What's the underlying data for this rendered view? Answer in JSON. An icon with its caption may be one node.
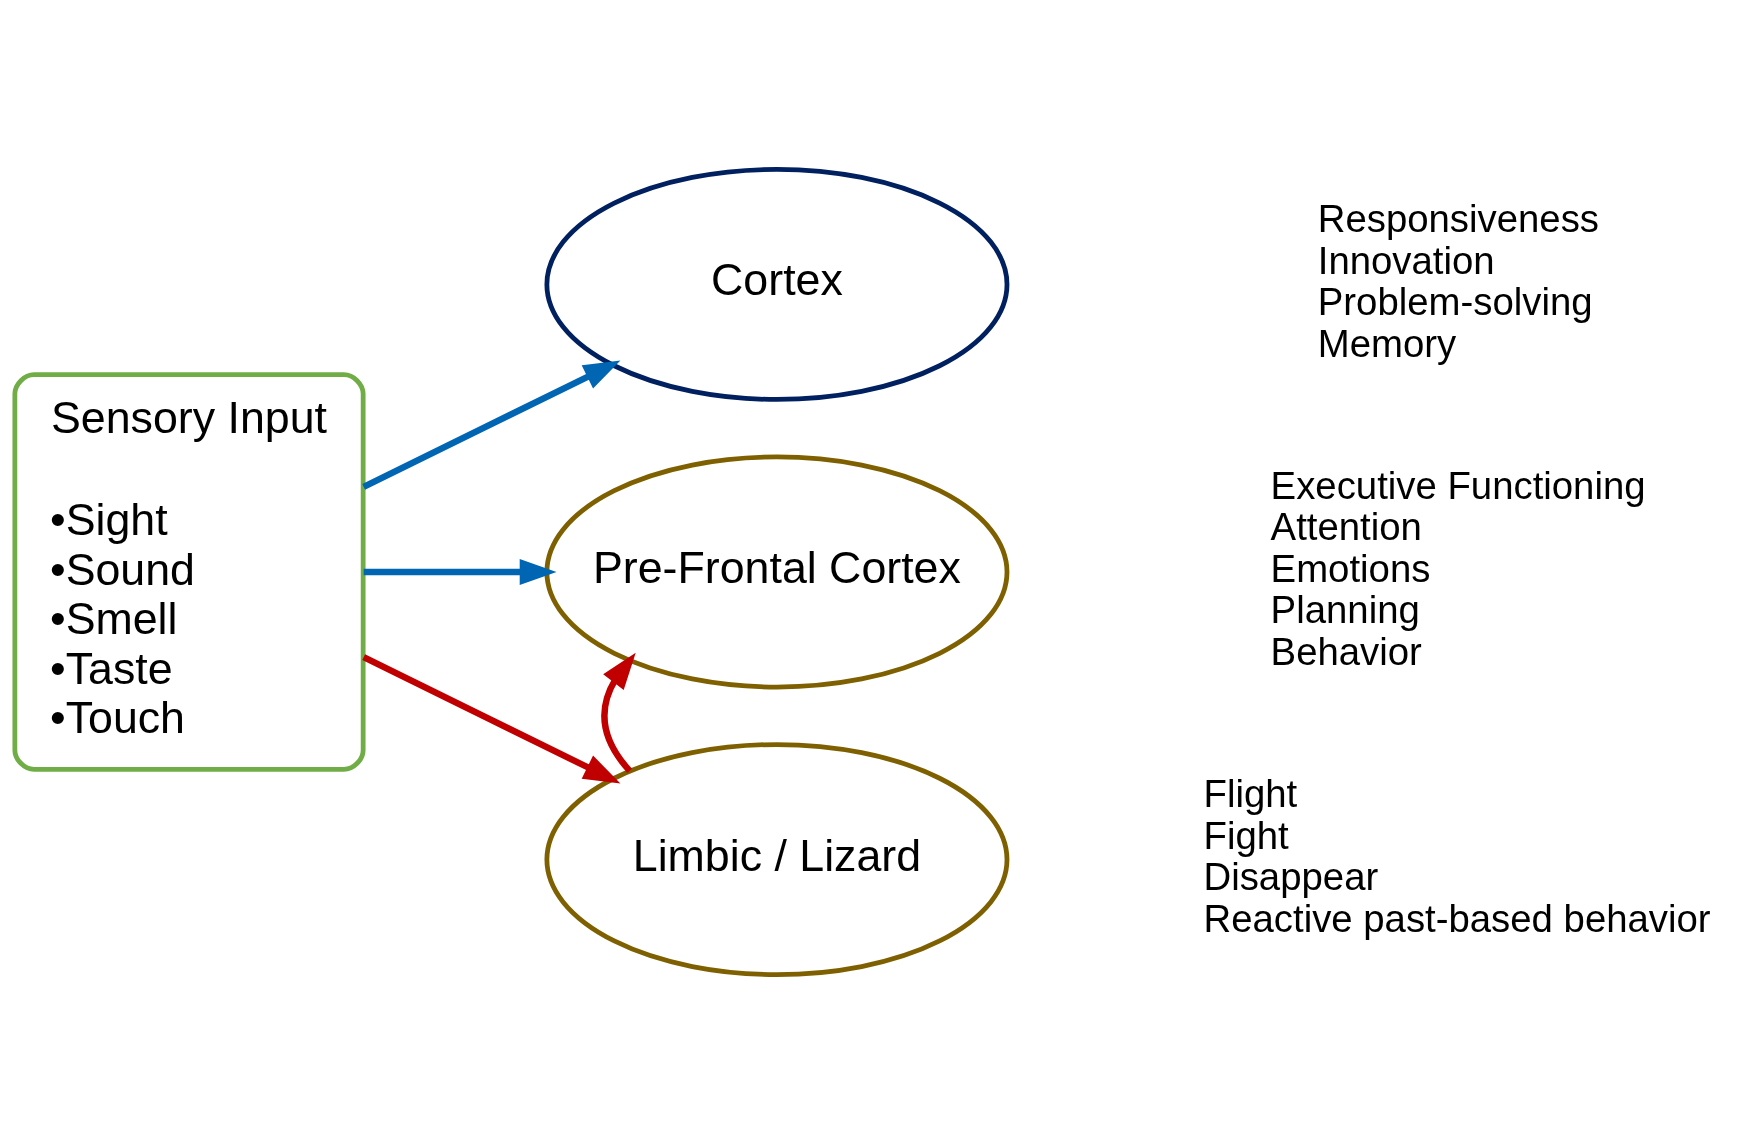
{
  "diagram": {
    "nodes": [
      {
        "text": [
          "Sensory Input",
          "•Sight",
          "•Sound",
          "•Smell",
          "•Taste",
          "•Touch"
        ]
      },
      {
        "text": [
          "Cortex"
        ],
        "beside": [
          "Responsiveness",
          "Innovation",
          "Problem-solving",
          "Memory"
        ]
      },
      {
        "text": [
          "Pre-Frontal Cortex"
        ],
        "beside": [
          "Executive Functioning",
          "Attention",
          "Emotions",
          "Planning",
          "Behavior"
        ]
      },
      {
        "text": [
          "Limbic / Lizard"
        ],
        "beside": [
          "Flight",
          "Fight",
          "Disappear",
          "Reactive past-based behavior"
        ]
      }
    ],
    "edges": [
      {
        "from": 0,
        "to": 1,
        "arrow": "to",
        "color": "#0066b3"
      },
      {
        "from": 0,
        "to": 2,
        "arrow": "to",
        "color": "#0066b3"
      },
      {
        "from": 0,
        "to": 3,
        "arrow": "to",
        "color": "#c00000"
      },
      {
        "from": 3,
        "to": 2,
        "arrow": "to",
        "color": "#c00000"
      }
    ]
  }
}
